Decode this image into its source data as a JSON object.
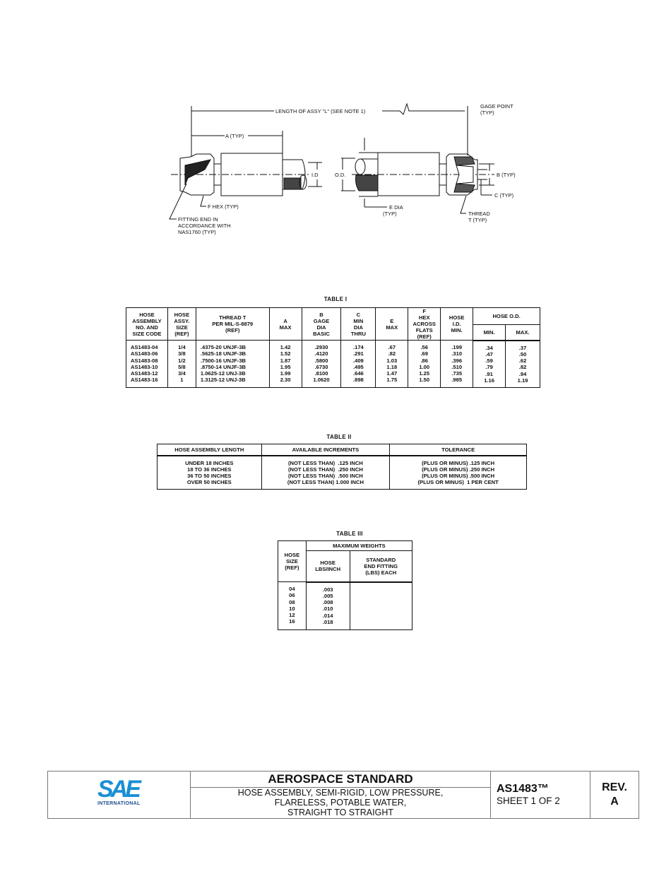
{
  "drawing": {
    "labels": {
      "length_of_assy": "LENGTH OF ASSY \"L\" (SEE NOTE 1)",
      "gage_point": "GAGE POINT",
      "gage_point_typ": "(TYP)",
      "a_typ": "A (TYP)",
      "id": "I.D",
      "od": "O.D.",
      "b_typ": "B (TYP)",
      "c_typ": "C (TYP)",
      "f_hex": "F   HEX (TYP)",
      "e_dia": "E  DIA",
      "e_dia_typ": "(TYP)",
      "thread": "THREAD",
      "thread_typ": "T (TYP)",
      "fitting_line1": "FITTING END IN",
      "fitting_line2": "ACCORDANCE WITH",
      "fitting_line3": "NAS1760 (TYP)"
    }
  },
  "table1": {
    "caption": "TABLE I",
    "headers": {
      "assy_no": "HOSE\nASSEMBLY\nNO. AND\nSIZE CODE",
      "assy_size": "HOSE\nASSY.\nSIZE\n(REF)",
      "thread": "THREAD T\nPER MIL-S-8879\n(REF)",
      "a": "A\nMAX",
      "b": "B\nGAGE\nDIA\nBASIC",
      "c": "C\nMIN\nDIA\nTHRU",
      "e": "E\nMAX",
      "f": "F\nHEX\nACROSS\nFLATS\n(REF)",
      "hose_id": "HOSE\nI.D.\nMIN.",
      "hose_od": "HOSE O.D.",
      "od_min": "MIN.",
      "od_max": "MAX."
    },
    "columns": {
      "assy_no": [
        "AS1483-04",
        "AS1483-06",
        "AS1483-08",
        "AS1483-10",
        "AS1483-12",
        "AS1483-16"
      ],
      "assy_size": [
        "1/4",
        "3/8",
        "1/2",
        "5/8",
        "3/4",
        "1"
      ],
      "thread": [
        ".4375-20 UNJF-3B",
        ".5625-18 UNJF-3B",
        ".7500-16 UNJF-3B",
        ".8750-14 UNJF-3B",
        "1.0625-12 UNJ-3B",
        "1.3125-12 UNJ-3B"
      ],
      "a": [
        "1.42",
        "1.52",
        "1.87",
        "1.95",
        "1.99",
        "2.30"
      ],
      "b": [
        ".2930",
        ".4120",
        ".5800",
        ".6730",
        ".8100",
        "1.0620"
      ],
      "c": [
        ".174",
        ".291",
        ".409",
        ".495",
        ".646",
        ".898"
      ],
      "e": [
        ".67",
        ".82",
        "1.03",
        "1.18",
        "1.47",
        "1.75"
      ],
      "f": [
        ".56",
        ".69",
        ".86",
        "1.00",
        "1.25",
        "1.50"
      ],
      "hose_id": [
        ".199",
        ".310",
        ".396",
        ".510",
        ".735",
        ".985"
      ],
      "od_min": [
        ".34",
        ".47",
        ".59",
        ".79",
        ".91",
        "1.16"
      ],
      "od_max": [
        ".37",
        ".50",
        ".62",
        ".82",
        ".94",
        "1.19"
      ]
    }
  },
  "table2": {
    "caption": "TABLE II",
    "headers": [
      "HOSE ASSEMBLY LENGTH",
      "AVAILABLE INCREMENTS",
      "TOLERANCE"
    ],
    "columns": {
      "length": [
        "UNDER 18 INCHES",
        "18 TO 36 INCHES",
        "36 TO 50 INCHES",
        "OVER 50 INCHES"
      ],
      "increments": [
        "(NOT LESS THAN)  .125 INCH",
        "(NOT LESS THAN)  .250 INCH",
        "(NOT LESS THAN)  .500 INCH",
        "(NOT LESS THAN) 1.000 INCH"
      ],
      "tolerance": [
        "(PLUS OR MINUS) .125 INCH",
        "(PLUS OR MINUS) .250 INCH",
        "(PLUS OR MINUS) .500 INCH",
        "(PLUS OR MINUS)  1 PER CENT"
      ]
    }
  },
  "table3": {
    "caption": "TABLE III",
    "headers": {
      "size": "HOSE\nSIZE\n(REF)",
      "max_weights": "MAXIMUM WEIGHTS",
      "hose": "HOSE\nLBS/INCH",
      "fitting": "STANDARD\nEND FITTING\n(LBS) EACH"
    },
    "columns": {
      "size": [
        "04",
        "06",
        "08",
        "10",
        "12",
        "16"
      ],
      "hose": [
        ".003",
        ".005",
        ".008",
        ".010",
        ".014",
        ".018"
      ],
      "fitting": []
    }
  },
  "title_block": {
    "logo_letters": "SAE",
    "logo_sub": "INTERNATIONAL",
    "title": "AEROSPACE STANDARD",
    "description_lines": [
      "HOSE ASSEMBLY, SEMI-RIGID, LOW PRESSURE,",
      "FLARELESS, POTABLE WATER,",
      "STRAIGHT TO STRAIGHT"
    ],
    "doc_number": "AS1483™",
    "sheet": "SHEET 1 OF 2",
    "rev_label": "REV.",
    "rev_value": "A",
    "colors": {
      "logo_blue": "#1a8fd6",
      "logo_navy": "#1c4f8f",
      "border": "#777777"
    }
  }
}
